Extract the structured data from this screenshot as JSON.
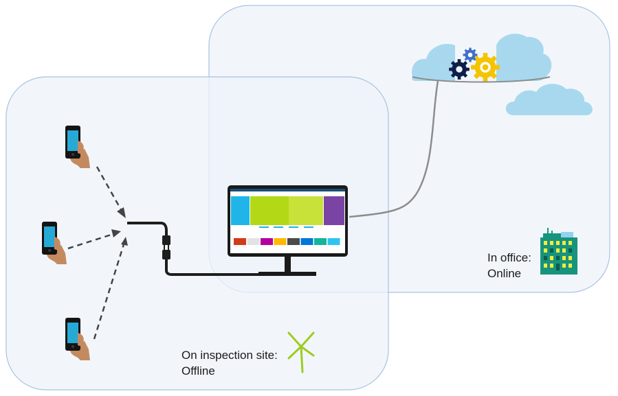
{
  "zones": {
    "office": {
      "line1": "In office:",
      "line2": "Online",
      "fill": "#eef3fa",
      "stroke": "#a9c0e2"
    },
    "site": {
      "line1": "On inspection site:",
      "line2": "Offline",
      "fill": "#eef3fa",
      "stroke": "#a9c0e2"
    }
  },
  "icons": {
    "cloud": "cloud-icon",
    "gear": "gear-icon",
    "phone": "phone-in-hand-icon",
    "monitor": "monitor-icon",
    "plug": "plug-icon",
    "building": "office-building-icon",
    "turbine": "wind-turbine-icon"
  },
  "colors": {
    "cloud": "#a8d8ee",
    "gear_yellow": "#f5c400",
    "gear_blue": "#3f6fc8",
    "gear_navy": "#0e1e4a",
    "cable": "#1e1e1e",
    "sync_cable": "#8c8c8c",
    "phone_screen": "#27a9d6",
    "skin": "#c48a5f",
    "building": "#17937e",
    "window": "#f3ec3c",
    "turbine": "#9ccc1e"
  },
  "monitor_tiles": [
    "#d13b19",
    "#e3e3e3",
    "#b4009e",
    "#ffb900",
    "#4b4b4b",
    "#0078d7",
    "#17b39b",
    "#2ec4f0"
  ]
}
